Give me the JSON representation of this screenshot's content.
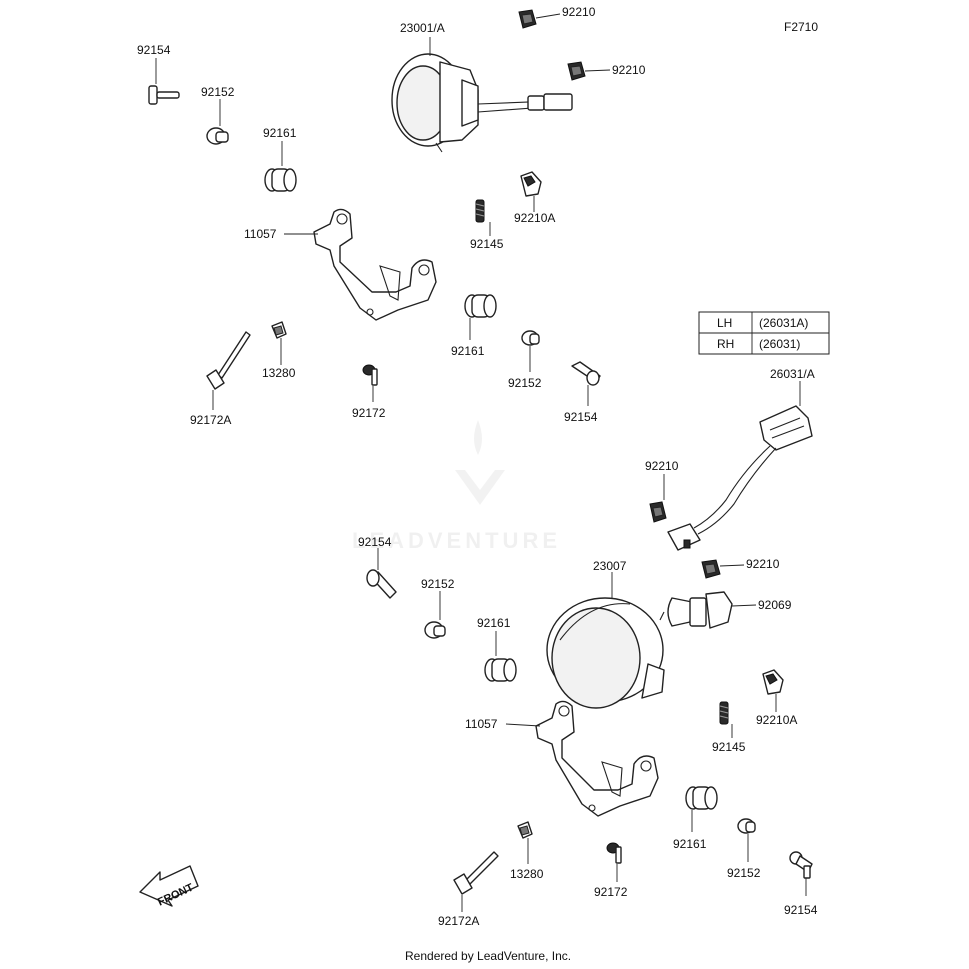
{
  "figure_code": "F2710",
  "watermark_text": "LEADVENTURE",
  "footer_text": "Rendered by LeadVenture, Inc.",
  "front_label": "FRONT",
  "side_table": [
    {
      "side": "LH",
      "part": "(26031A)"
    },
    {
      "side": "RH",
      "part": "(26031)"
    }
  ],
  "callouts": {
    "top_92210_a": "92210",
    "top_92210_b": "92210",
    "top_23001": "23001/A",
    "top_92154": "92154",
    "top_92152": "92152",
    "top_92161_a": "92161",
    "top_11057": "11057",
    "top_92145": "92145",
    "top_92210A": "92210A",
    "top_92161_b": "92161",
    "top_13280": "13280",
    "top_92172A": "92172A",
    "top_92172": "92172",
    "top_92152_b": "92152",
    "top_92154_b": "92154",
    "harness_26031": "26031/A",
    "mid_92210": "92210",
    "bot_92154": "92154",
    "bot_92152": "92152",
    "bot_92161_a": "92161",
    "bot_23007": "23007",
    "bot_92210": "92210",
    "bot_92069": "92069",
    "bot_92210A": "92210A",
    "bot_11057": "11057",
    "bot_92145": "92145",
    "bot_92161_b": "92161",
    "bot_13280": "13280",
    "bot_92172A": "92172A",
    "bot_92172": "92172",
    "bot_92152_b": "92152",
    "bot_92154_b": "92154"
  }
}
